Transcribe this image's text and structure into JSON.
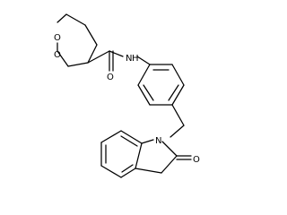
{
  "structure": {
    "atom_labels": {
      "ring_oxygen_top": "O",
      "ring_oxygen_bottom": "O",
      "carbonyl_oxygen_amide": "O",
      "amide_nitrogen": "N",
      "amide_hydrogen": "H",
      "indolinone_nitrogen": "N",
      "carbonyl_oxygen_lactam": "O"
    }
  }
}
